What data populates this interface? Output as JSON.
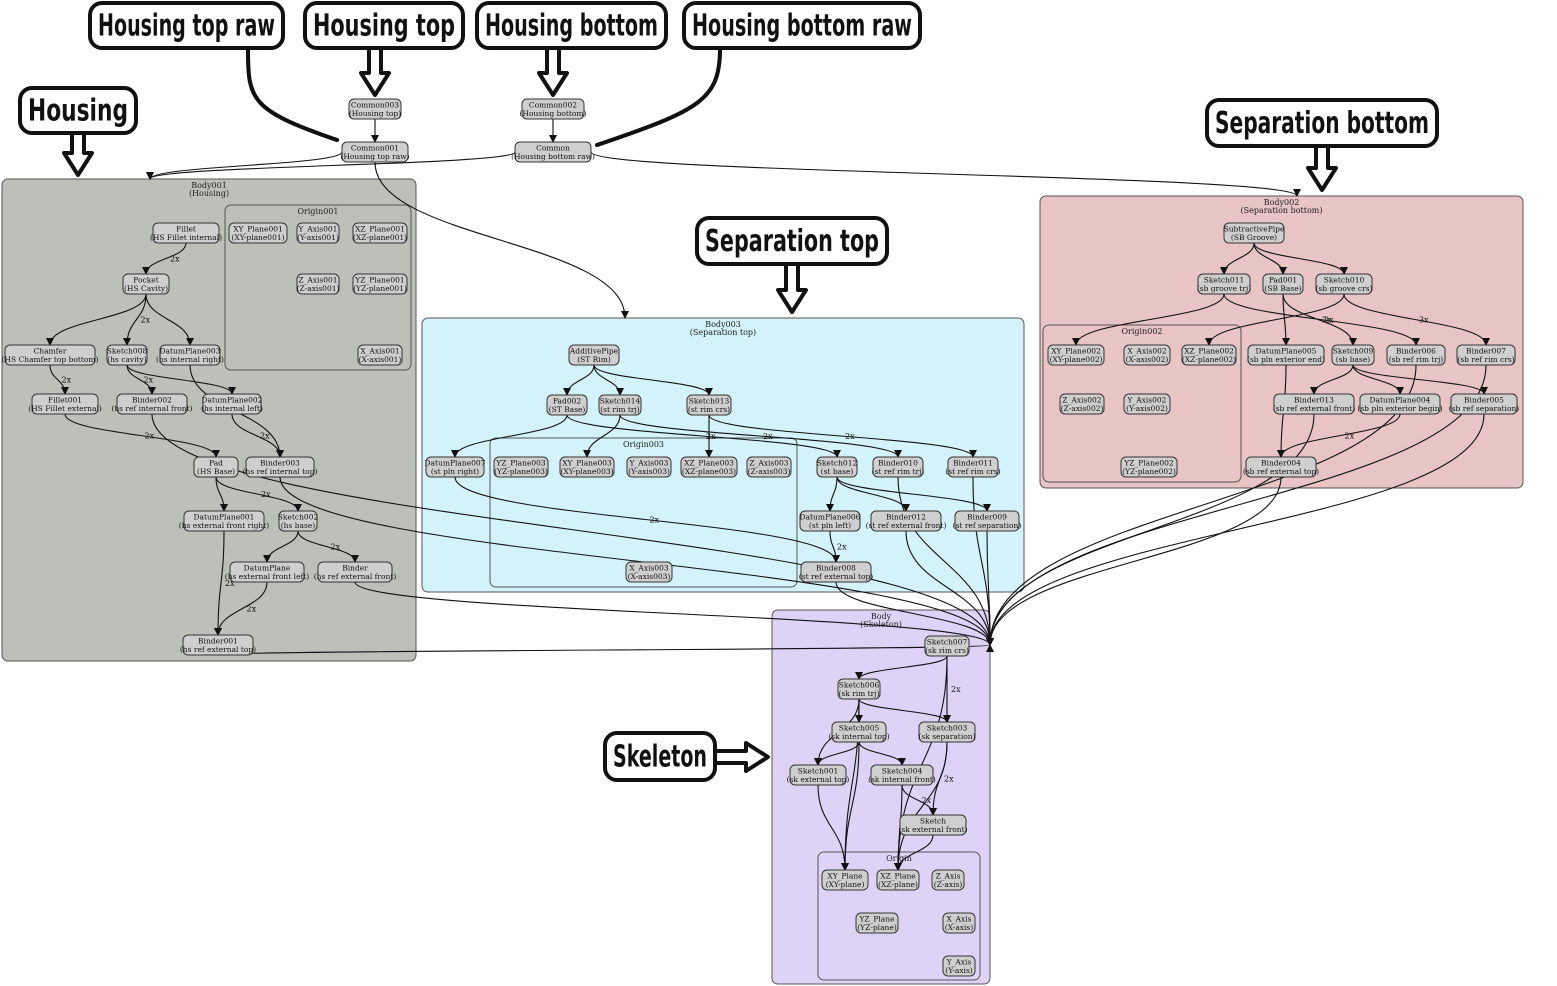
{
  "clusters": [
    {
      "id": "body001",
      "title": "Body001",
      "subtitle": "(Housing)",
      "color": "#bcc0b9"
    },
    {
      "id": "origin001",
      "title": "Origin001",
      "subtitle": "",
      "color": "#bcc0b9"
    },
    {
      "id": "body003",
      "title": "Body003",
      "subtitle": "(Separation top)",
      "color": "#d3f2fa"
    },
    {
      "id": "origin003",
      "title": "Origin003",
      "subtitle": "",
      "color": "#d3f2fa"
    },
    {
      "id": "body002",
      "title": "Body002",
      "subtitle": "(Separation bottom)",
      "color": "#e8c4c4"
    },
    {
      "id": "origin002",
      "title": "Origin002",
      "subtitle": "",
      "color": "#e8c4c4"
    },
    {
      "id": "body",
      "title": "Body",
      "subtitle": "(Skeleton)",
      "color": "#ded3f7"
    },
    {
      "id": "origin",
      "title": "Origin",
      "subtitle": "",
      "color": "#ded3f7"
    }
  ],
  "nodes": [
    {
      "id": "common003",
      "l1": "Common003",
      "l2": "(Housing top)"
    },
    {
      "id": "common001",
      "l1": "Common001",
      "l2": "(Housing top raw)"
    },
    {
      "id": "common002",
      "l1": "Common002",
      "l2": "(Housing bottom)"
    },
    {
      "id": "common",
      "l1": "Common",
      "l2": "(Housing bottom raw)"
    },
    {
      "id": "fillet",
      "l1": "Fillet",
      "l2": "(HS Fillet internal)"
    },
    {
      "id": "pocket",
      "l1": "Pocket",
      "l2": "(HS Cavity)"
    },
    {
      "id": "chamfer",
      "l1": "Chamfer",
      "l2": "(HS Chamfer top bottom)"
    },
    {
      "id": "sketch008",
      "l1": "Sketch008",
      "l2": "(hs cavity)"
    },
    {
      "id": "datumplane003",
      "l1": "DatumPlane003",
      "l2": "(hs internal right)"
    },
    {
      "id": "fillet001",
      "l1": "Fillet001",
      "l2": "(HS Fillet external)"
    },
    {
      "id": "binder002",
      "l1": "Binder002",
      "l2": "(hs ref internal front)"
    },
    {
      "id": "datumplane002",
      "l1": "DatumPlane002",
      "l2": "(hs internal left)"
    },
    {
      "id": "pad",
      "l1": "Pad",
      "l2": "(HS Base)"
    },
    {
      "id": "binder003",
      "l1": "Binder003",
      "l2": "(hs ref internal top)"
    },
    {
      "id": "datumplane001",
      "l1": "DatumPlane001",
      "l2": "(hs external front right)"
    },
    {
      "id": "sketch002",
      "l1": "Sketch002",
      "l2": "(hs base)"
    },
    {
      "id": "datumplane",
      "l1": "DatumPlane",
      "l2": "(hs external front left)"
    },
    {
      "id": "binder",
      "l1": "Binder",
      "l2": "(hs ref external front)"
    },
    {
      "id": "binder001",
      "l1": "Binder001",
      "l2": "(hs ref external top)"
    },
    {
      "id": "xy_plane001",
      "l1": "XY_Plane001",
      "l2": "(XY-plane001)"
    },
    {
      "id": "y_axis001",
      "l1": "Y_Axis001",
      "l2": "(Y-axis001)"
    },
    {
      "id": "xz_plane001",
      "l1": "XZ_Plane001",
      "l2": "(XZ-plane001)"
    },
    {
      "id": "z_axis001",
      "l1": "Z_Axis001",
      "l2": "(Z-axis001)"
    },
    {
      "id": "yz_plane001",
      "l1": "YZ_Plane001",
      "l2": "(YZ-plane001)"
    },
    {
      "id": "x_axis001",
      "l1": "X_Axis001",
      "l2": "(X-axis001)"
    },
    {
      "id": "additivepipe",
      "l1": "AdditivePipe",
      "l2": "(ST Rim)"
    },
    {
      "id": "pad002",
      "l1": "Pad002",
      "l2": "(ST Base)"
    },
    {
      "id": "sketch014",
      "l1": "Sketch014",
      "l2": "(st rim trj)"
    },
    {
      "id": "sketch013",
      "l1": "Sketch013",
      "l2": "(st rim crs)"
    },
    {
      "id": "datumplane007",
      "l1": "DatumPlane007",
      "l2": "(st pln right)"
    },
    {
      "id": "yz_plane003",
      "l1": "YZ_Plane003",
      "l2": "(YZ-plane003)"
    },
    {
      "id": "xy_plane003",
      "l1": "XY_Plane003",
      "l2": "(XY-plane003)"
    },
    {
      "id": "y_axis003",
      "l1": "Y_Axis003",
      "l2": "(Y-axis003)"
    },
    {
      "id": "xz_plane003",
      "l1": "XZ_Plane003",
      "l2": "(XZ-plane003)"
    },
    {
      "id": "z_axis003",
      "l1": "Z_Axis003",
      "l2": "(Z-axis003)"
    },
    {
      "id": "x_axis003",
      "l1": "X_Axis003",
      "l2": "(X-axis003)"
    },
    {
      "id": "sketch012",
      "l1": "Sketch012",
      "l2": "(st base)"
    },
    {
      "id": "binder010",
      "l1": "Binder010",
      "l2": "(st ref rim trj)"
    },
    {
      "id": "binder011",
      "l1": "Binder011",
      "l2": "(st ref rim crs)"
    },
    {
      "id": "datumplane006",
      "l1": "DatumPlane006",
      "l2": "(st pln left)"
    },
    {
      "id": "binder012",
      "l1": "Binder012",
      "l2": "(st ref external front)"
    },
    {
      "id": "binder009",
      "l1": "Binder009",
      "l2": "(st ref separation)"
    },
    {
      "id": "binder008",
      "l1": "Binder008",
      "l2": "(st ref external top)"
    },
    {
      "id": "subtractivepipe",
      "l1": "SubtractivePipe",
      "l2": "(SB Groove)"
    },
    {
      "id": "sketch011",
      "l1": "Sketch011",
      "l2": "(sb groove trj)"
    },
    {
      "id": "pad001",
      "l1": "Pad001",
      "l2": "(SB Base)"
    },
    {
      "id": "sketch010",
      "l1": "Sketch010",
      "l2": "(sb groove crs)"
    },
    {
      "id": "xy_plane002",
      "l1": "XY_Plane002",
      "l2": "(XY-plane002)"
    },
    {
      "id": "x_axis002",
      "l1": "X_Axis002",
      "l2": "(X-axis002)"
    },
    {
      "id": "xz_plane002",
      "l1": "XZ_Plane002",
      "l2": "(XZ-plane002)"
    },
    {
      "id": "z_axis002",
      "l1": "Z_Axis002",
      "l2": "(Z-axis002)"
    },
    {
      "id": "y_axis002",
      "l1": "Y_Axis002",
      "l2": "(Y-axis002)"
    },
    {
      "id": "yz_plane002",
      "l1": "YZ_Plane002",
      "l2": "(YZ-plane002)"
    },
    {
      "id": "datumplane005",
      "l1": "DatumPlane005",
      "l2": "(sb pln exterior end)"
    },
    {
      "id": "sketch009",
      "l1": "Sketch009",
      "l2": "(sb base)"
    },
    {
      "id": "binder006",
      "l1": "Binder006",
      "l2": "(sb ref rim trj)"
    },
    {
      "id": "binder007",
      "l1": "Binder007",
      "l2": "(sb ref rim crs)"
    },
    {
      "id": "binder013",
      "l1": "Binder013",
      "l2": "(sb ref external front)"
    },
    {
      "id": "datumplane004",
      "l1": "DatumPlane004",
      "l2": "(sb pln exterior begin)"
    },
    {
      "id": "binder005",
      "l1": "Binder005",
      "l2": "(sb ref separation)"
    },
    {
      "id": "binder004",
      "l1": "Binder004",
      "l2": "(sb ref external top)"
    },
    {
      "id": "sketch007",
      "l1": "Sketch007",
      "l2": "(sk rim crs)"
    },
    {
      "id": "sketch006",
      "l1": "Sketch006",
      "l2": "(sk rim trj)"
    },
    {
      "id": "sketch005",
      "l1": "Sketch005",
      "l2": "(sk internal top)"
    },
    {
      "id": "sketch003",
      "l1": "Sketch003",
      "l2": "(sk separation)"
    },
    {
      "id": "sketch001",
      "l1": "Sketch001",
      "l2": "(sk external top)"
    },
    {
      "id": "sketch004",
      "l1": "Sketch004",
      "l2": "(sk internal front)"
    },
    {
      "id": "sketch",
      "l1": "Sketch",
      "l2": "(sk external front)"
    },
    {
      "id": "xy_plane",
      "l1": "XY_Plane",
      "l2": "(XY-plane)"
    },
    {
      "id": "xz_plane",
      "l1": "XZ_Plane",
      "l2": "(XZ-plane)"
    },
    {
      "id": "z_axis",
      "l1": "Z_Axis",
      "l2": "(Z-axis)"
    },
    {
      "id": "yz_plane",
      "l1": "YZ_Plane",
      "l2": "(YZ-plane)"
    },
    {
      "id": "x_axis",
      "l1": "X_Axis",
      "l2": "(X-axis)"
    },
    {
      "id": "y_axis",
      "l1": "Y_Axis",
      "l2": "(Y-axis)"
    }
  ],
  "edges": [
    {
      "from": "common003",
      "to": "common001",
      "label": ""
    },
    {
      "from": "common002",
      "to": "common",
      "label": ""
    },
    {
      "from": "common001",
      "to": "body001",
      "label": ""
    },
    {
      "from": "common001",
      "to": "body003",
      "label": ""
    },
    {
      "from": "common",
      "to": "body001",
      "label": ""
    },
    {
      "from": "common",
      "to": "body002",
      "label": ""
    },
    {
      "from": "fillet",
      "to": "pocket",
      "label": "2x"
    },
    {
      "from": "pocket",
      "to": "chamfer",
      "label": ""
    },
    {
      "from": "pocket",
      "to": "sketch008",
      "label": "2x"
    },
    {
      "from": "pocket",
      "to": "datumplane003",
      "label": ""
    },
    {
      "from": "chamfer",
      "to": "fillet001",
      "label": "2x"
    },
    {
      "from": "sketch008",
      "to": "binder002",
      "label": "2x"
    },
    {
      "from": "sketch008",
      "to": "datumplane002",
      "label": ""
    },
    {
      "from": "datumplane003",
      "to": "binder003",
      "label": "2x"
    },
    {
      "from": "datumplane002",
      "to": "binder003",
      "label": "2x"
    },
    {
      "from": "fillet001",
      "to": "pad",
      "label": "2x"
    },
    {
      "from": "pad",
      "to": "datumplane001",
      "label": ""
    },
    {
      "from": "pad",
      "to": "sketch002",
      "label": "2x"
    },
    {
      "from": "sketch002",
      "to": "datumplane",
      "label": ""
    },
    {
      "from": "sketch002",
      "to": "binder",
      "label": "2x"
    },
    {
      "from": "datumplane001",
      "to": "binder001",
      "label": "2x"
    },
    {
      "from": "datumplane",
      "to": "binder001",
      "label": "2x"
    },
    {
      "from": "additivepipe",
      "to": "pad002",
      "label": ""
    },
    {
      "from": "additivepipe",
      "to": "sketch014",
      "label": ""
    },
    {
      "from": "additivepipe",
      "to": "sketch013",
      "label": ""
    },
    {
      "from": "pad002",
      "to": "datumplane007",
      "label": ""
    },
    {
      "from": "pad002",
      "to": "sketch012",
      "label": "2x"
    },
    {
      "from": "sketch014",
      "to": "xy_plane003",
      "label": ""
    },
    {
      "from": "sketch014",
      "to": "binder010",
      "label": "2x"
    },
    {
      "from": "sketch013",
      "to": "xz_plane003",
      "label": ""
    },
    {
      "from": "sketch013",
      "to": "binder011",
      "label": "2x"
    },
    {
      "from": "sketch012",
      "to": "datumplane006",
      "label": ""
    },
    {
      "from": "sketch012",
      "to": "binder012",
      "label": ""
    },
    {
      "from": "sketch012",
      "to": "binder009",
      "label": ""
    },
    {
      "from": "datumplane006",
      "to": "binder008",
      "label": "2x"
    },
    {
      "from": "datumplane007",
      "to": "binder008",
      "label": "2x"
    },
    {
      "from": "subtractivepipe",
      "to": "sketch011",
      "label": ""
    },
    {
      "from": "subtractivepipe",
      "to": "pad001",
      "label": ""
    },
    {
      "from": "subtractivepipe",
      "to": "sketch010",
      "label": ""
    },
    {
      "from": "sketch011",
      "to": "xy_plane002",
      "label": ""
    },
    {
      "from": "sketch011",
      "to": "binder006",
      "label": "2x"
    },
    {
      "from": "sketch010",
      "to": "xz_plane002",
      "label": ""
    },
    {
      "from": "sketch010",
      "to": "binder007",
      "label": "3x"
    },
    {
      "from": "pad001",
      "to": "datumplane005",
      "label": ""
    },
    {
      "from": "pad001",
      "to": "sketch009",
      "label": "2x"
    },
    {
      "from": "sketch009",
      "to": "binder013",
      "label": ""
    },
    {
      "from": "sketch009",
      "to": "datumplane004",
      "label": ""
    },
    {
      "from": "sketch009",
      "to": "binder005",
      "label": ""
    },
    {
      "from": "datumplane005",
      "to": "binder004",
      "label": "2x"
    },
    {
      "from": "datumplane004",
      "to": "binder004",
      "label": "2x"
    },
    {
      "from": "sketch007",
      "to": "sketch006",
      "label": ""
    },
    {
      "from": "sketch007",
      "to": "sketch003",
      "label": "2x"
    },
    {
      "from": "sketch006",
      "to": "sketch005",
      "label": ""
    },
    {
      "from": "sketch006",
      "to": "sketch003",
      "label": ""
    },
    {
      "from": "sketch006",
      "to": "sketch001",
      "label": ""
    },
    {
      "from": "sketch005",
      "to": "sketch001",
      "label": ""
    },
    {
      "from": "sketch005",
      "to": "sketch004",
      "label": ""
    },
    {
      "from": "sketch003",
      "to": "sketch",
      "label": "2x"
    },
    {
      "from": "sketch004",
      "to": "sketch",
      "label": "2x"
    },
    {
      "from": "sketch001",
      "to": "xy_plane",
      "label": ""
    },
    {
      "from": "sketch004",
      "to": "xz_plane",
      "label": ""
    },
    {
      "from": "sketch",
      "to": "xz_plane",
      "label": ""
    },
    {
      "from": "sketch006",
      "to": "xy_plane",
      "label": ""
    },
    {
      "from": "sketch005",
      "to": "xy_plane",
      "label": ""
    },
    {
      "from": "sketch003",
      "to": "xz_plane",
      "label": ""
    },
    {
      "from": "sketch007",
      "to": "xz_plane",
      "label": ""
    },
    {
      "from": "binder001",
      "to": "body",
      "label": ""
    },
    {
      "from": "binder",
      "to": "body",
      "label": ""
    },
    {
      "from": "binder002",
      "to": "body",
      "label": ""
    },
    {
      "from": "binder003",
      "to": "body",
      "label": ""
    },
    {
      "from": "binder008",
      "to": "body",
      "label": ""
    },
    {
      "from": "binder012",
      "to": "body",
      "label": ""
    },
    {
      "from": "binder009",
      "to": "body",
      "label": ""
    },
    {
      "from": "binder010",
      "to": "body",
      "label": ""
    },
    {
      "from": "binder011",
      "to": "body",
      "label": ""
    },
    {
      "from": "binder004",
      "to": "body",
      "label": ""
    },
    {
      "from": "binder013",
      "to": "body",
      "label": ""
    },
    {
      "from": "binder005",
      "to": "body",
      "label": ""
    },
    {
      "from": "binder006",
      "to": "body",
      "label": ""
    },
    {
      "from": "binder007",
      "to": "body",
      "label": ""
    }
  ],
  "callouts": [
    {
      "id": "housing_top_raw",
      "text": "Housing top raw"
    },
    {
      "id": "housing_top",
      "text": "Housing top"
    },
    {
      "id": "housing_bottom",
      "text": "Housing bottom"
    },
    {
      "id": "housing_bottom_raw",
      "text": "Housing bottom raw"
    },
    {
      "id": "housing",
      "text": "Housing"
    },
    {
      "id": "separation_top",
      "text": "Separation top"
    },
    {
      "id": "separation_bottom",
      "text": "Separation bottom"
    },
    {
      "id": "skeleton",
      "text": "Skeleton"
    }
  ]
}
